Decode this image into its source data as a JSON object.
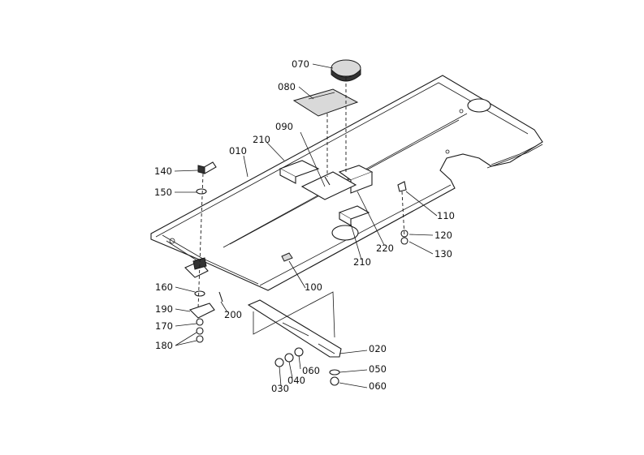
{
  "diagram": {
    "callouts": [
      {
        "id": "c070",
        "label": "070"
      },
      {
        "id": "c080",
        "label": "080"
      },
      {
        "id": "c090",
        "label": "090"
      },
      {
        "id": "c210a",
        "label": "210"
      },
      {
        "id": "c010",
        "label": "010"
      },
      {
        "id": "c140",
        "label": "140"
      },
      {
        "id": "c150",
        "label": "150"
      },
      {
        "id": "c110",
        "label": "110"
      },
      {
        "id": "c120",
        "label": "120"
      },
      {
        "id": "c130",
        "label": "130"
      },
      {
        "id": "c220",
        "label": "220"
      },
      {
        "id": "c210b",
        "label": "210"
      },
      {
        "id": "c100",
        "label": "100"
      },
      {
        "id": "c160",
        "label": "160"
      },
      {
        "id": "c190",
        "label": "190"
      },
      {
        "id": "c200",
        "label": "200"
      },
      {
        "id": "c170",
        "label": "170"
      },
      {
        "id": "c180",
        "label": "180"
      },
      {
        "id": "c020",
        "label": "020"
      },
      {
        "id": "c050",
        "label": "050"
      },
      {
        "id": "c060a",
        "label": "060"
      },
      {
        "id": "c060b",
        "label": "060"
      },
      {
        "id": "c040",
        "label": "040"
      },
      {
        "id": "c030",
        "label": "030"
      }
    ]
  }
}
